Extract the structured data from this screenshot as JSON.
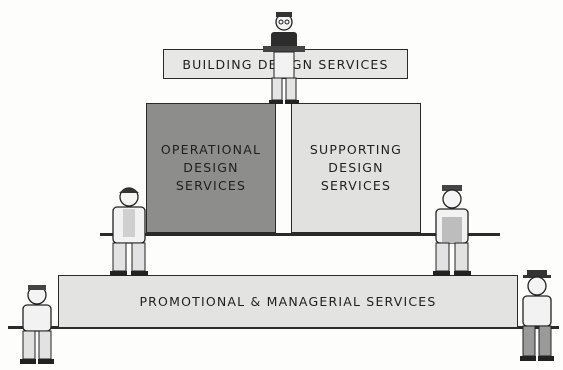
{
  "diagram": {
    "top_block": {
      "label": "BUILDING DESIGN SERVICES"
    },
    "operational_block": {
      "label_lines": [
        "OPERATIONAL",
        "DESIGN",
        "SERVICES"
      ]
    },
    "supporting_block": {
      "label_lines": [
        "SUPPORTING",
        "DESIGN",
        "SERVICES"
      ]
    },
    "bottom_block": {
      "label": "PROMOTIONAL & MANAGERIAL SERVICES"
    }
  }
}
